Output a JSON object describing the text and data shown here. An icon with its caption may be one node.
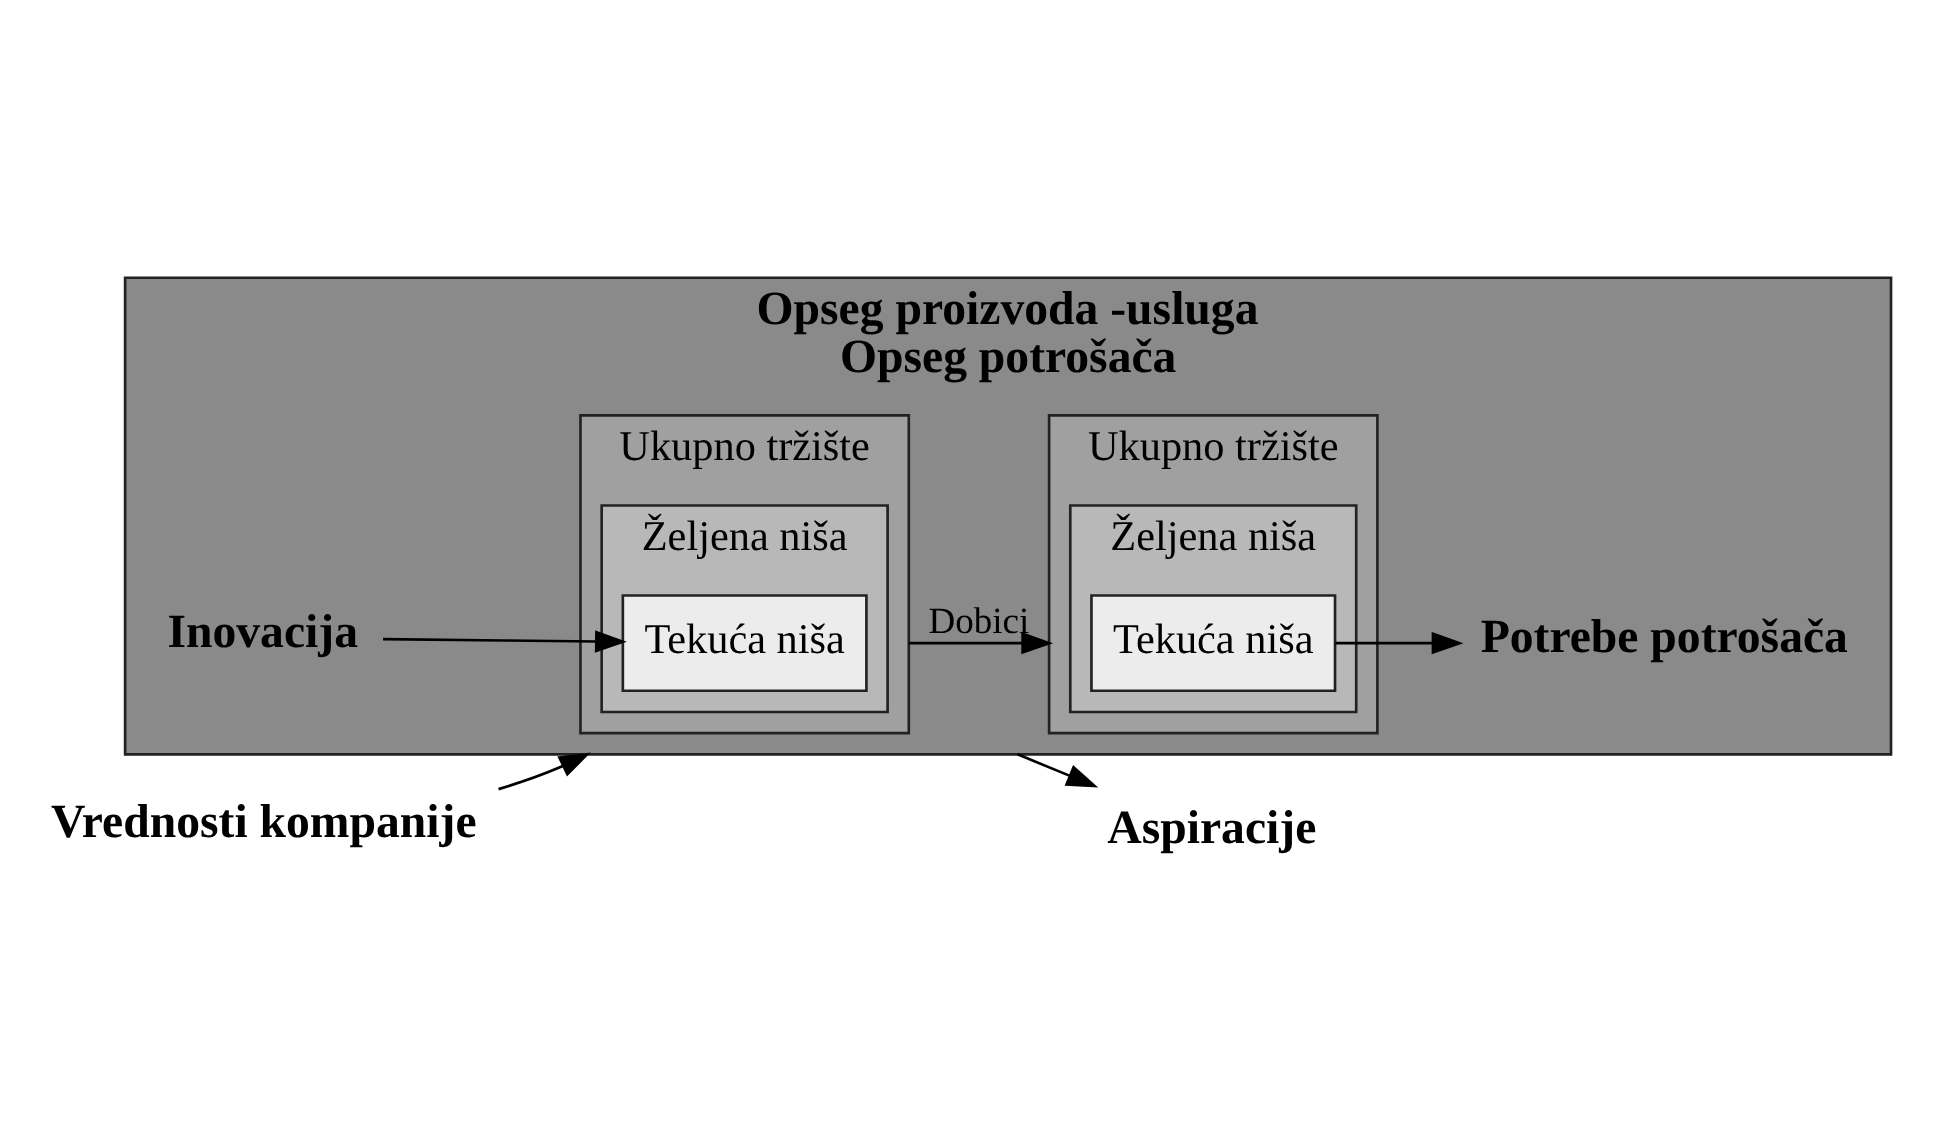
{
  "diagram": {
    "nodes": [
      {
        "text": [
          "Opseg proizvoda -usluga",
          "Opseg potrošača"
        ]
      },
      {
        "text": [
          "Ukupno tržište"
        ],
        "in": 0
      },
      {
        "text": [
          "Željena niša"
        ],
        "in": 1
      },
      {
        "text": [
          "Tekuća niša"
        ],
        "in": 2
      },
      {
        "text": [
          "Ukupno tržište"
        ],
        "in": 0
      },
      {
        "text": [
          "Željena niša"
        ],
        "in": 4
      },
      {
        "text": [
          "Tekuća niša"
        ],
        "in": 5
      },
      {
        "text": [
          "Aspiracije"
        ]
      },
      {
        "text": [
          "Inovacija"
        ],
        "in": 0
      },
      {
        "text": [
          "Potrebe potrošača"
        ],
        "in": 0
      },
      {
        "text": [
          "Vrednosti kompanije"
        ]
      }
    ],
    "edges": [
      {
        "from": 0,
        "to": 7,
        "arrow": "to"
      },
      {
        "from": 1,
        "to": 4,
        "label": "Dobici",
        "arrow": "to"
      },
      {
        "from": 8,
        "to": 3,
        "arrow": "to"
      },
      {
        "from": 6,
        "to": 9,
        "arrow": "to"
      },
      {
        "from": 10,
        "to": 0,
        "arrow": "to"
      }
    ]
  }
}
